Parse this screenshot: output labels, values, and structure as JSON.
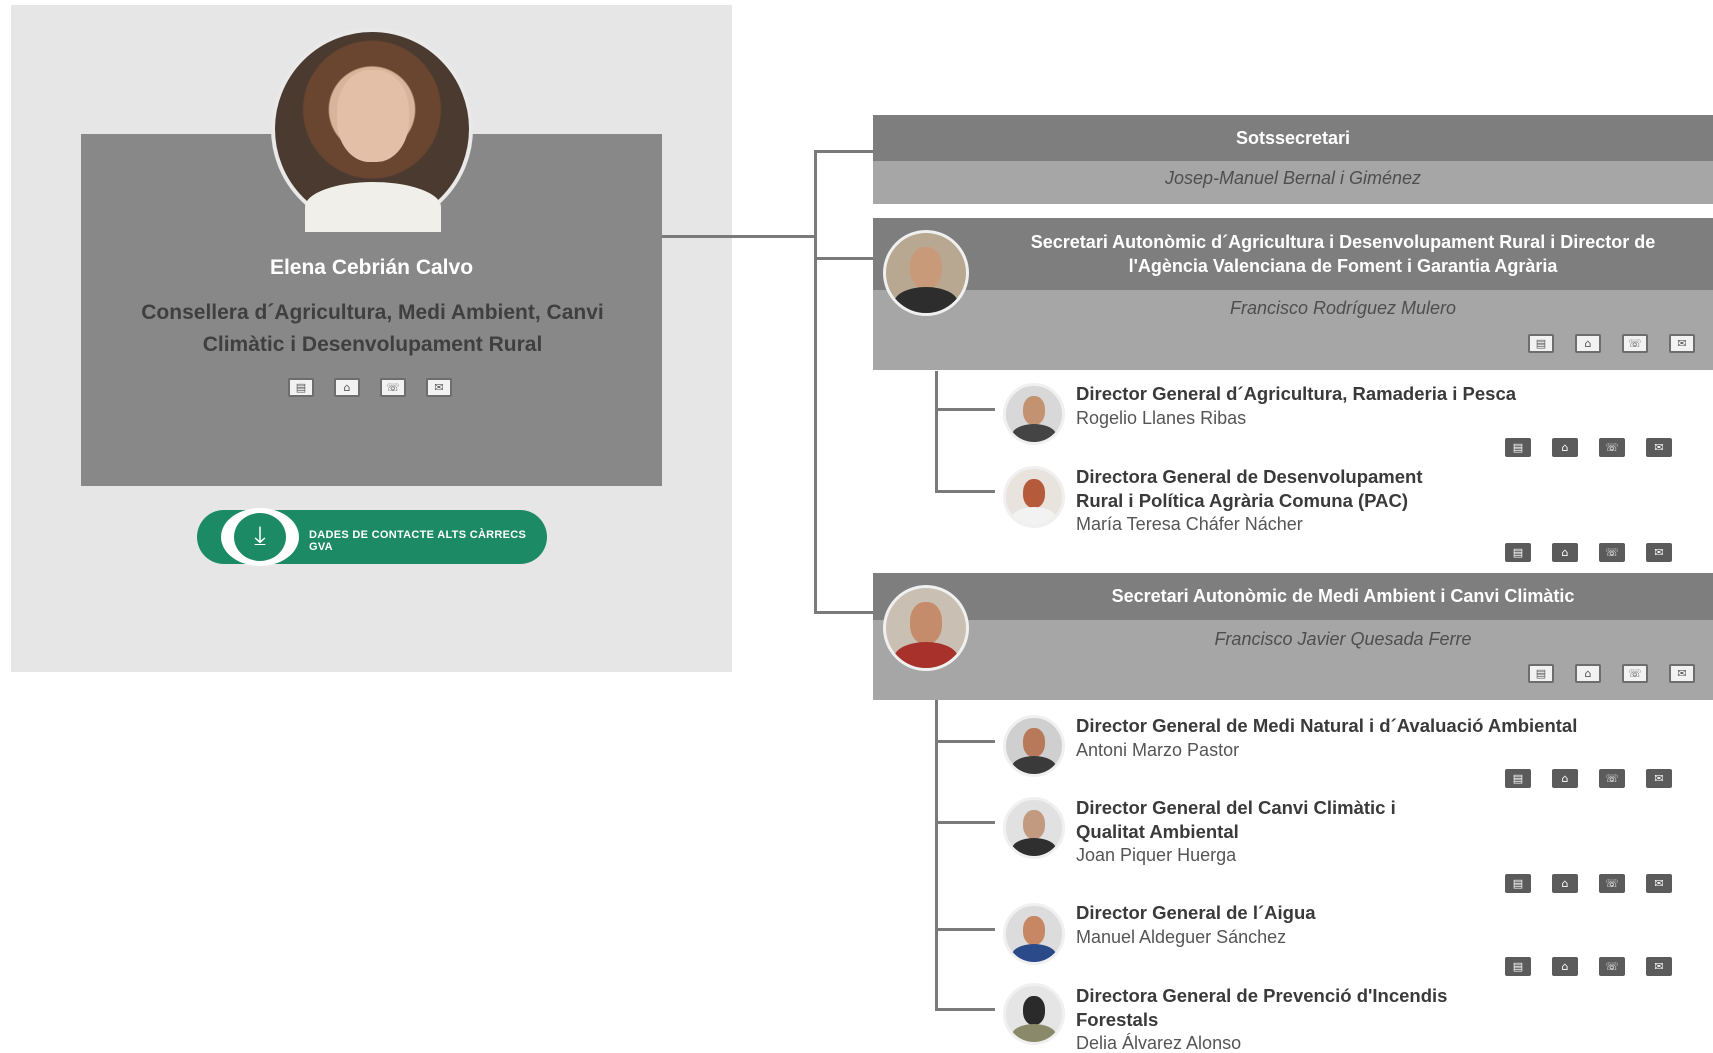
{
  "main": {
    "name": "Elena Cebrián Calvo",
    "role_line1": "Consellera d´Agricultura, Medi Ambient, Canvi",
    "role_line2": "Climàtic i Desenvolupament Rural",
    "icons": [
      "document-icon",
      "home-icon",
      "phone-icon",
      "email-icon"
    ],
    "download_label": "DADES DE CONTACTE ALTS CÀRRECS GVA"
  },
  "sotssecretari": {
    "title": "Sotssecretari",
    "person": "Josep-Manuel Bernal i Giménez"
  },
  "secretari_agricultura": {
    "title_line1": "Secretari Autonòmic d´Agricultura i Desenvolupament Rural i Director de",
    "title_line2": "l'Agència Valenciana de Foment i Garantia Agrària",
    "person": "Francisco Rodríguez Mulero"
  },
  "secretari_medi": {
    "title": "Secretari Autonòmic de Medi Ambient i Canvi Climàtic",
    "person": "Francisco Javier Quesada Ferre"
  },
  "directors": [
    {
      "title_lines": [
        "Director General d´Agricultura, Ramaderia i Pesca"
      ],
      "person": "Rogelio Llanes Ribas"
    },
    {
      "title_lines": [
        "Directora General de Desenvolupament",
        "Rural i Política Agrària Comuna (PAC)"
      ],
      "person": "María Teresa Cháfer Nácher"
    },
    {
      "title_lines": [
        "Director General de Medi Natural i d´Avaluació Ambiental"
      ],
      "person": "Antoni Marzo Pastor"
    },
    {
      "title_lines": [
        "Director General del Canvi Climàtic i",
        "Qualitat Ambiental"
      ],
      "person": "Joan Piquer Huerga"
    },
    {
      "title_lines": [
        "Director General de l´Aigua"
      ],
      "person": "Manuel Aldeguer Sánchez"
    },
    {
      "title_lines": [
        "Directora General de Prevenció d'Incendis",
        "Forestals"
      ],
      "person": "Delia Álvarez Alonso"
    }
  ],
  "colors": {
    "panel_bg": "#e6e6e6",
    "card_dark": "#7e7e7e",
    "card_light": "#a6a6a6",
    "brand_green": "#1d8a66"
  }
}
